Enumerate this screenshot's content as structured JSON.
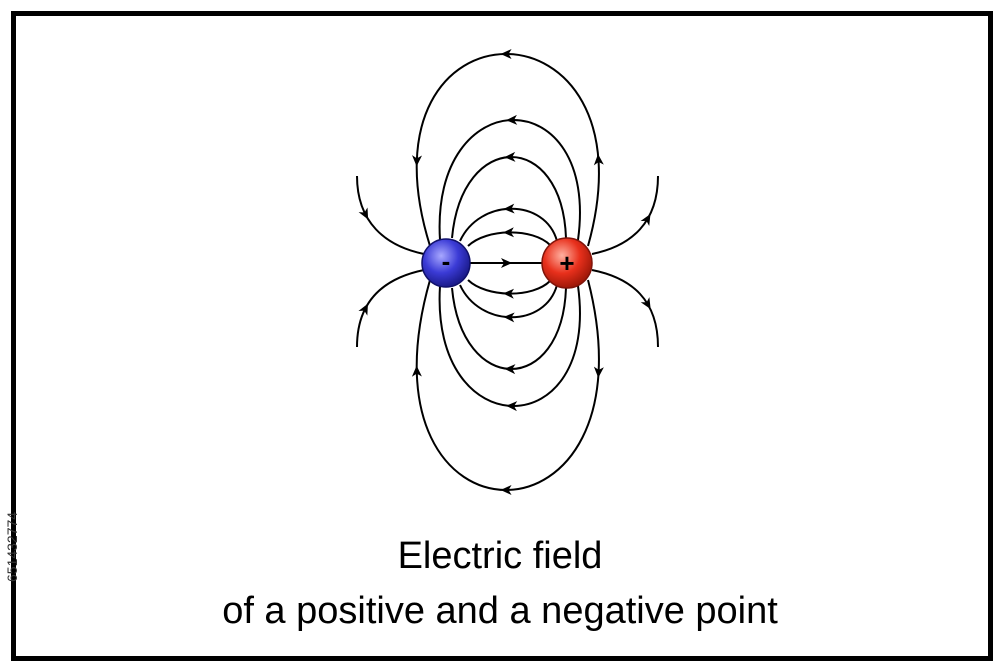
{
  "caption": {
    "line1": "Electric field",
    "line2": "of a positive and a negative point"
  },
  "charges": {
    "negative": {
      "symbol": "-",
      "color": "#3b3bd6"
    },
    "positive": {
      "symbol": "+",
      "color": "#e8301c"
    }
  },
  "stock_id": "651432774",
  "colors": {
    "border": "#000000",
    "lines": "#000000"
  }
}
